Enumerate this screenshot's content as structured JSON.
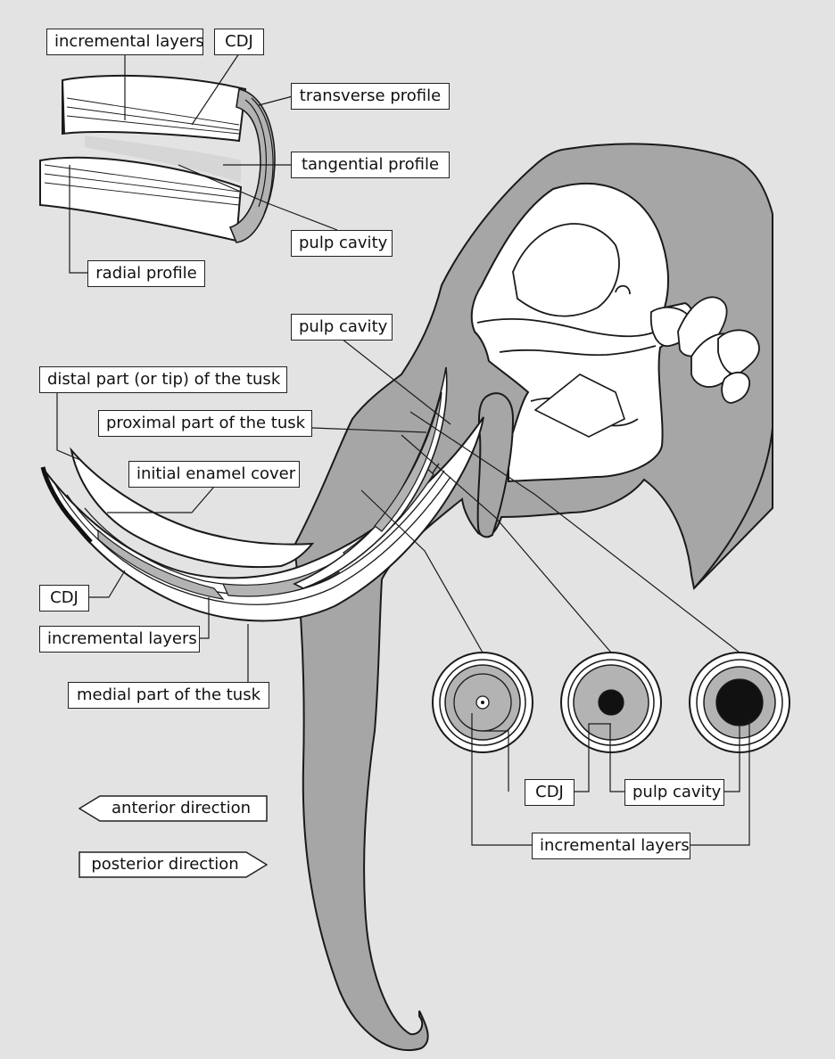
{
  "labels": {
    "incremental_layers_top": "incremental layers",
    "cdj_top": "CDJ",
    "transverse_profile": "transverse profile",
    "tangential_profile": "tangential profile",
    "pulp_cavity_top": "pulp cavity",
    "radial_profile": "radial profile",
    "pulp_cavity_mid": "pulp cavity",
    "distal_part": "distal part (or tip) of the tusk",
    "proximal_part": "proximal part of the tusk",
    "initial_enamel": "initial enamel cover",
    "cdj_left": "CDJ",
    "incremental_layers_left": "incremental layers",
    "medial_part": "medial part of the tusk",
    "cdj_bottom": "CDJ",
    "pulp_cavity_bottom": "pulp cavity",
    "incremental_layers_bottom": "incremental layers"
  },
  "directions": {
    "anterior": "anterior direction",
    "posterior": "posterior direction"
  },
  "colors": {
    "background": "#e3e3e3",
    "head_fill": "#a6a6a6",
    "skull_fill": "#ffffff",
    "dentine_grey": "#b3b3b3",
    "pulp_dark": "#111111",
    "outline": "#1a1a1a"
  }
}
